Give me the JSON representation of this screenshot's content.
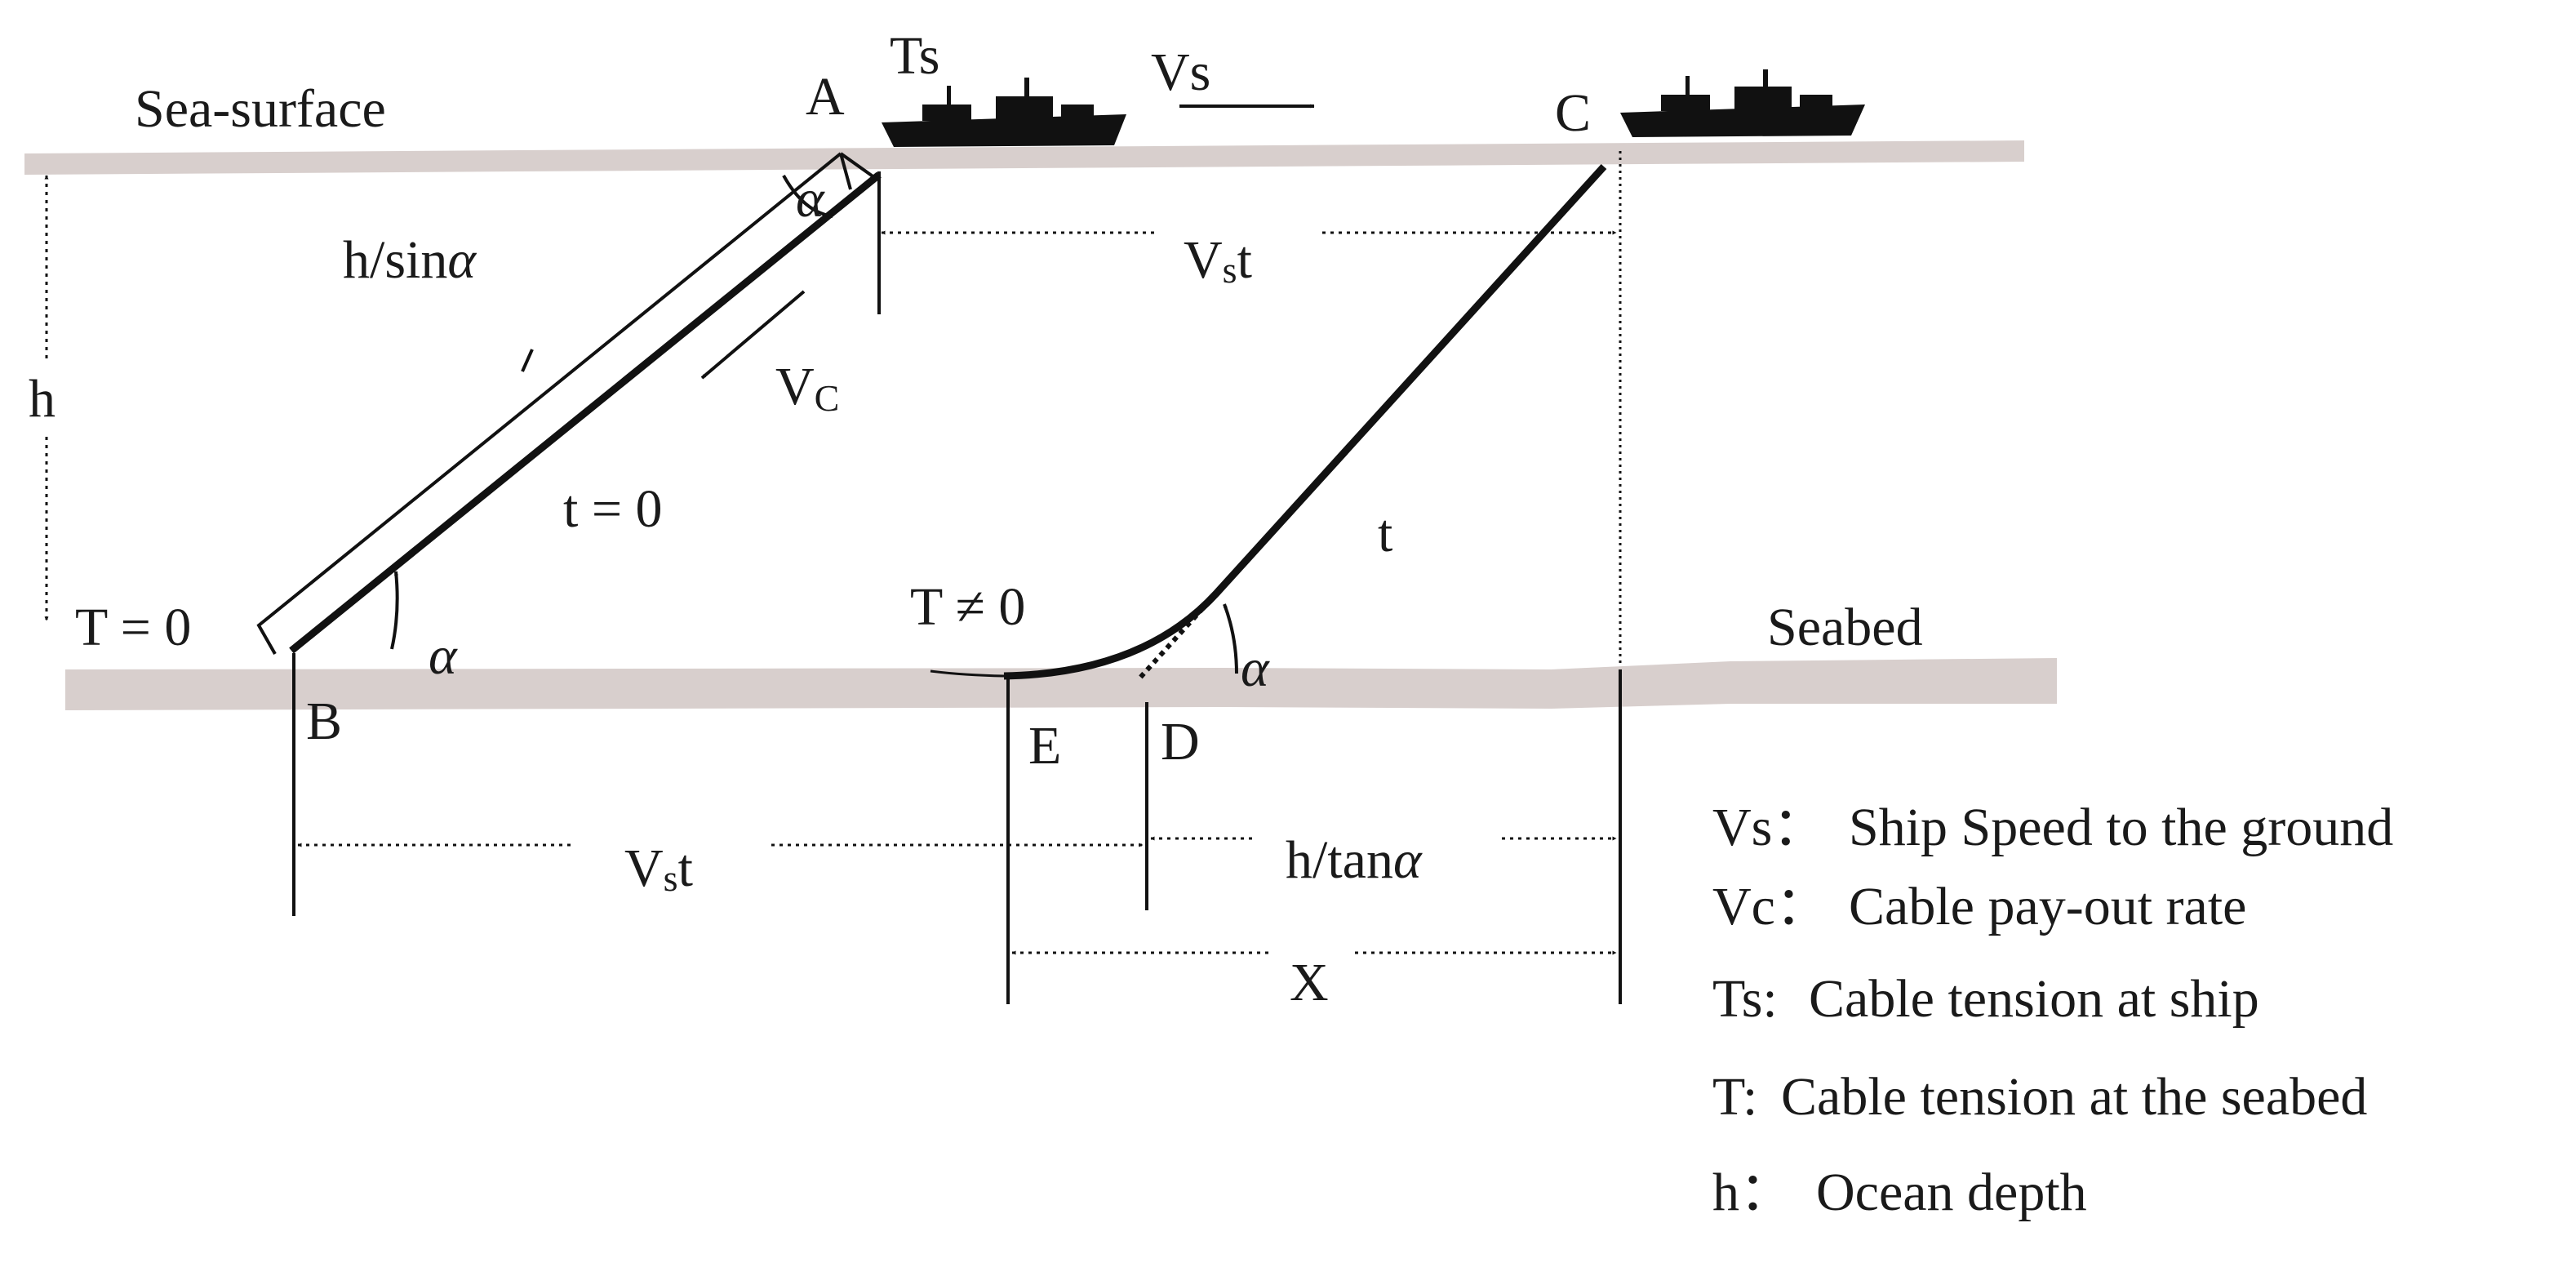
{
  "labels": {
    "sea_surface": "Sea-surface",
    "seabed": "Seabed",
    "point_a": "A",
    "point_b": "B",
    "point_c": "C",
    "point_d": "D",
    "point_e": "E",
    "ts": "Ts",
    "vs_main": "V",
    "vs_sub": "s",
    "vc_main": "V",
    "vc_sub": "C",
    "h_sin_main": "h/sin",
    "alpha": "α",
    "h": "h",
    "t_zero": "t = 0",
    "t": "t",
    "T_zero": "T = 0",
    "T_nonzero": "T ≠ 0",
    "vst_main": "V",
    "vst_sub": "s",
    "vst_t": "t",
    "h_tan_main": "h/tan",
    "x": "X"
  },
  "legend": [
    {
      "key": "Vs：",
      "text": "Ship Speed to the ground"
    },
    {
      "key": "Vc：",
      "text": "Cable pay-out rate"
    },
    {
      "key": "Ts:",
      "text": "Cable tension at ship"
    },
    {
      "key": "T:",
      "text": "Cable tension at the seabed"
    },
    {
      "key": "h：",
      "text": "Ocean depth"
    }
  ],
  "colors": {
    "band": "#d8cfcd",
    "ink": "#111111"
  }
}
